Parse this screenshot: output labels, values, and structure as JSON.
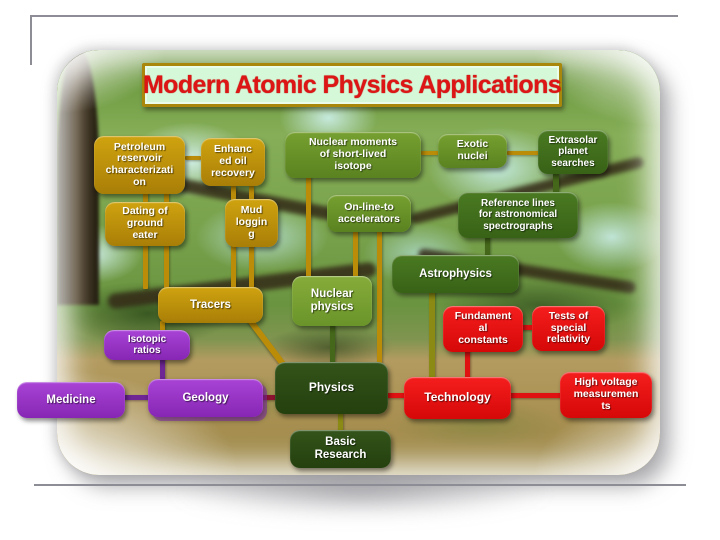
{
  "title": {
    "text": "Modern Atomic Physics Applications",
    "text_color": "#dd1515",
    "background": "#d5f9d8",
    "border_color": "#a8870b"
  },
  "nodes": {
    "petroleum": {
      "label": "Petroleum\nreservoir\ncharacterizati\non",
      "color_group": "gold"
    },
    "enhanced": {
      "label": "Enhanc\ned oil\nrecovery",
      "color_group": "gold"
    },
    "moments": {
      "label": "Nuclear moments\nof short-lived\nisotope",
      "color_group": "green"
    },
    "exotic": {
      "label": "Exotic\nnuclei",
      "color_group": "green"
    },
    "extrasolar": {
      "label": "Extrasolar\nplanet\nsearches",
      "color_group": "dark-green"
    },
    "dating": {
      "label": "Dating of\nground\neater",
      "color_group": "gold"
    },
    "mud": {
      "label": "Mud\nloggin\ng",
      "color_group": "gold"
    },
    "online": {
      "label": "On-line-to\naccelerators",
      "color_group": "green"
    },
    "reference": {
      "label": "Reference lines\nfor astronomical\nspectrographs",
      "color_group": "dark-green"
    },
    "astro": {
      "label": "Astrophysics",
      "color_group": "dark-green"
    },
    "tracers": {
      "label": "Tracers",
      "color_group": "gold"
    },
    "nucphys": {
      "label": "Nuclear\nphysics",
      "color_group": "light-green"
    },
    "fund": {
      "label": "Fundament\nal\nconstants",
      "color_group": "red"
    },
    "tests": {
      "label": "Tests of\nspecial\nrelativity",
      "color_group": "red"
    },
    "isotopic": {
      "label": "Isotopic\nratios",
      "color_group": "purple"
    },
    "medicine": {
      "label": "Medicine",
      "color_group": "purple"
    },
    "geology": {
      "label": "Geology",
      "color_group": "purple"
    },
    "physics": {
      "label": "Physics",
      "color_group": "darkest-green"
    },
    "tech": {
      "label": "Technology",
      "color_group": "red"
    },
    "hv": {
      "label": "High voltage\nmeasuremen\nts",
      "color_group": "red"
    },
    "basic": {
      "label": "Basic\nResearch",
      "color_group": "darkest-green"
    }
  },
  "palette": {
    "gold": "#b8860b",
    "green": "#689226",
    "light_green": "#74a02e",
    "dark_green": "#3f6e1c",
    "darkest_green": "#2c4a13",
    "red": "#e81212",
    "purple": "#9a35c8",
    "connector_olive": "#8a8a14",
    "connector_maroon": "#8c1430",
    "frame_gray": "#8d8d96"
  }
}
